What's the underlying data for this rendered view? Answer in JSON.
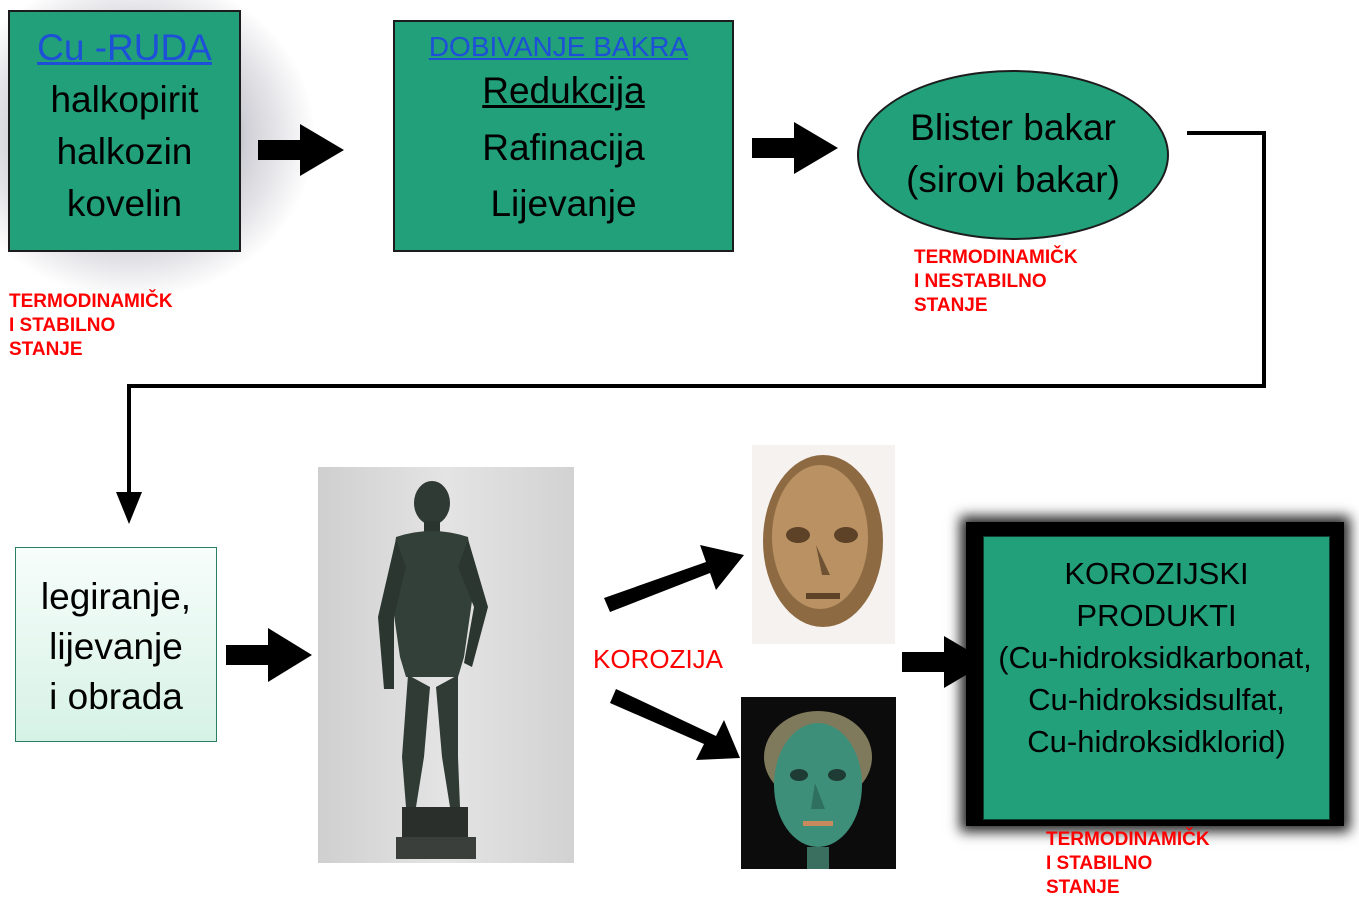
{
  "ore_box": {
    "title": "Cu -RUDA",
    "lines": [
      "halkopirit",
      "halkozin",
      "kovelin"
    ],
    "state": [
      "TERMODINAMIČK",
      "I STABILNO",
      "STANJE"
    ]
  },
  "process_box": {
    "title": "DOBIVANJE BAKRA",
    "lines": [
      "Redukcija",
      "Rafinacija",
      "Lijevanje"
    ]
  },
  "blister_node": {
    "lines": [
      "Blister bakar",
      "(sirovi bakar)"
    ],
    "state": [
      "TERMODINAMIČK",
      "I NESTABILNO",
      "STANJE"
    ]
  },
  "alloy_box": {
    "lines": [
      "legiranje,",
      "lijevanje",
      "i obrada"
    ]
  },
  "corrosion_label": "KOROZIJA",
  "products_box": {
    "lines": [
      "KOROZIJSKI",
      "PRODUKTI",
      "(Cu-hidroksidkarbonat,",
      "Cu-hidroksidsulfat,",
      "Cu-hidroksidklorid)"
    ],
    "state": [
      "TERMODINAMIČK",
      "I STABILNO",
      "STANJE"
    ]
  },
  "colors": {
    "box_green": "#21a07a",
    "alloy_box": "#e3f7ef",
    "state_text": "#ff0000",
    "link": "#1d4fd8"
  }
}
